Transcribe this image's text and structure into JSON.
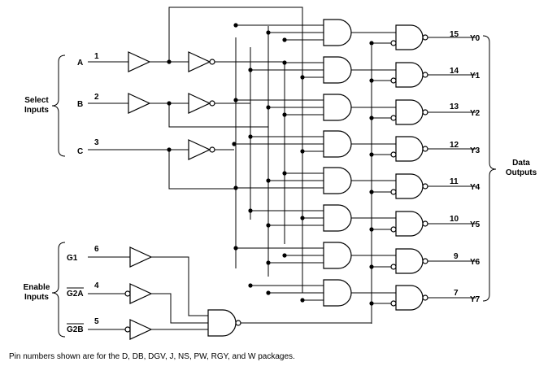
{
  "groups": {
    "select": [
      "Select",
      "Inputs"
    ],
    "enable": [
      "Enable",
      "Inputs"
    ],
    "outputs": [
      "Data",
      "Outputs"
    ]
  },
  "inputs": [
    {
      "name": "A",
      "pin": "1"
    },
    {
      "name": "B",
      "pin": "2"
    },
    {
      "name": "C",
      "pin": "3"
    }
  ],
  "enables": [
    {
      "name": "G1",
      "pin": "6",
      "overline": false
    },
    {
      "name": "G2A",
      "pin": "4",
      "overline": true
    },
    {
      "name": "G2B",
      "pin": "5",
      "overline": true
    }
  ],
  "outputs": [
    {
      "name": "Y0",
      "pin": "15"
    },
    {
      "name": "Y1",
      "pin": "14"
    },
    {
      "name": "Y2",
      "pin": "13"
    },
    {
      "name": "Y3",
      "pin": "12"
    },
    {
      "name": "Y4",
      "pin": "11"
    },
    {
      "name": "Y5",
      "pin": "10"
    },
    {
      "name": "Y6",
      "pin": "9"
    },
    {
      "name": "Y7",
      "pin": "7"
    }
  ],
  "footnote": "Pin numbers shown are for the D, DB, DGV, J, NS, PW, RGY, and W packages."
}
